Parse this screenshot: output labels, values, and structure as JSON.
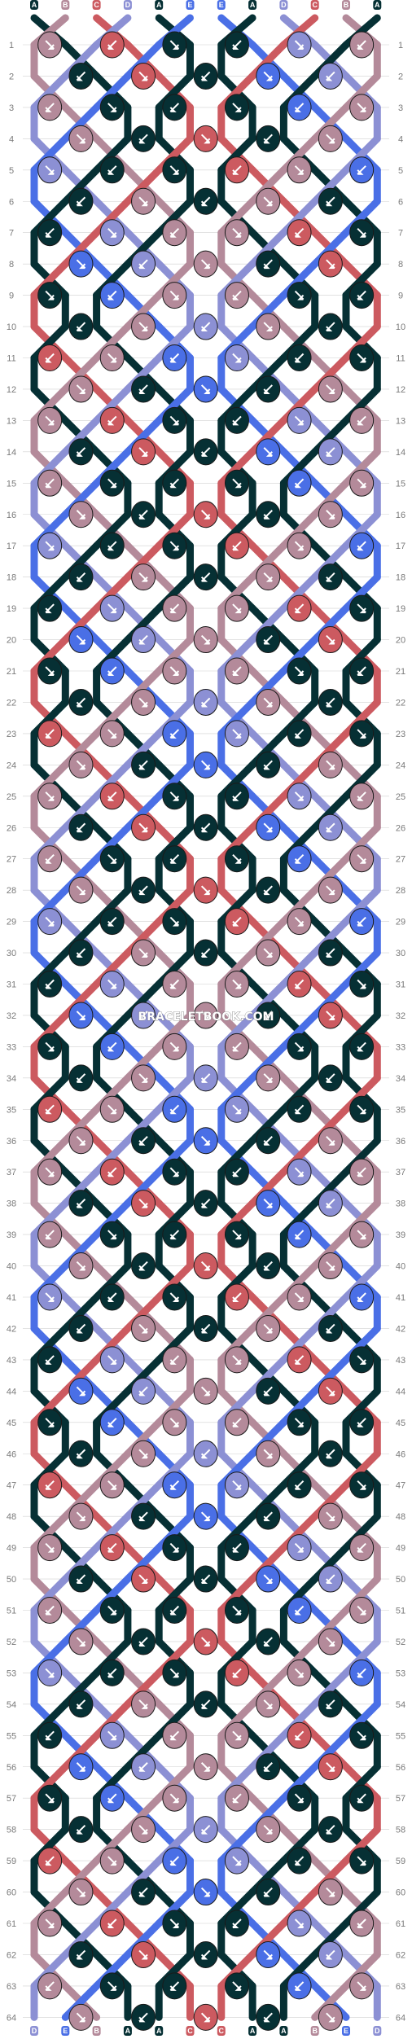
{
  "pattern": {
    "watermark": "BRACELETBOOK.COM",
    "strings": [
      "A",
      "B",
      "C",
      "D",
      "A",
      "E",
      "E",
      "A",
      "D",
      "C",
      "B",
      "A"
    ],
    "row_count": 64,
    "colors": {
      "A": "#063034",
      "B": "#b48a9a",
      "C": "#cc5a60",
      "D": "#8c90d4",
      "E": "#4a6fe6"
    },
    "grid_color": "#d0d0d0"
  }
}
